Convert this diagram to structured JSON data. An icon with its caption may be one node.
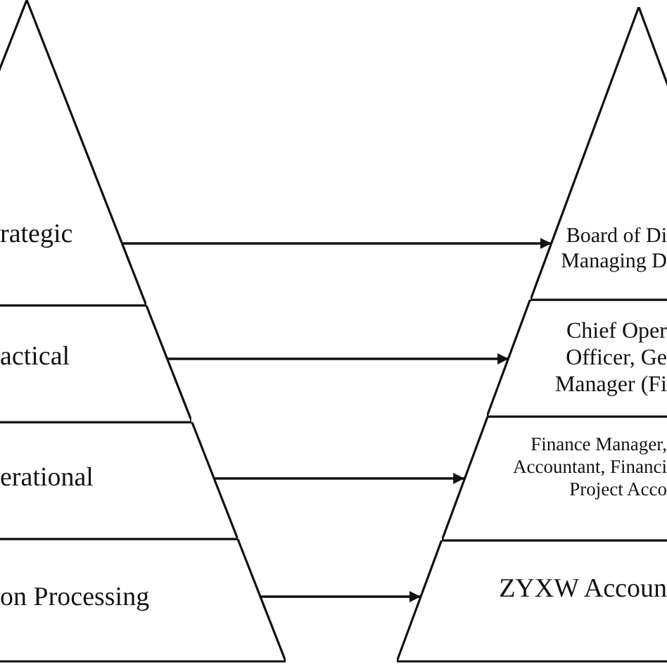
{
  "diagram": {
    "nodes": [
      {
        "text": [
          "rategic"
        ]
      },
      {
        "text": [
          "actical"
        ]
      },
      {
        "text": [
          "erational"
        ]
      },
      {
        "text": [
          "on Processing"
        ]
      },
      {
        "text": [
          "Board of Di Managing D"
        ]
      },
      {
        "text": [
          "Chief Oper Officer, Ge Manager (Fi"
        ]
      },
      {
        "text": [
          "Finance Manager, Accountant, Financi Project Acco"
        ]
      },
      {
        "text": [
          "ZYXW Accoun"
        ]
      }
    ],
    "edges": [
      {
        "from": 0,
        "to": 4,
        "arrow": "to"
      },
      {
        "from": 1,
        "to": 5,
        "arrow": "to"
      },
      {
        "from": 2,
        "to": 6,
        "arrow": "to"
      },
      {
        "from": 3,
        "to": 7,
        "arrow": "to"
      }
    ]
  }
}
